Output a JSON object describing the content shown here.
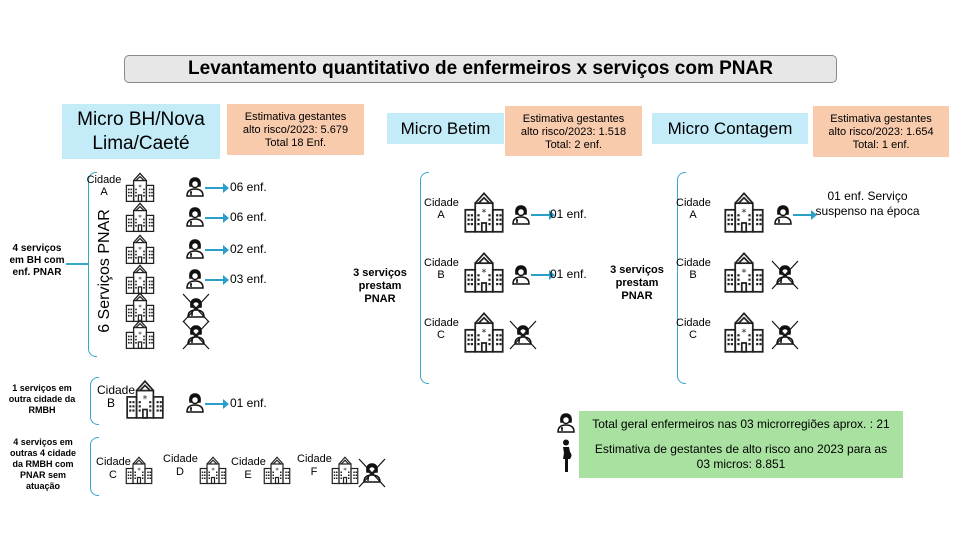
{
  "title": "Levantamento quantitativo de enfermeiros x serviços com PNAR",
  "bh": {
    "name": "Micro BH/Nova Lima/Caeté",
    "estimate": [
      "Estimativa gestantes",
      "alto risco/2023: 5.679",
      "Total 18 Enf."
    ],
    "brace_label": "6 Serviços PNAR",
    "group_label": "4 serviços em BH com enf. PNAR",
    "city_a": "Cidade A",
    "counts": [
      "06 enf.",
      "06 enf.",
      "02 enf.",
      "03 enf."
    ],
    "group2_label": "1 serviços em outra cidade da RMBH",
    "city_b": "Cidade B",
    "city_b_count": "01 enf.",
    "group3_label": "4 serviços em outras 4 cidade da RMBH com PNAR  sem atuação",
    "cities_other": [
      "Cidade C",
      "Cidade D",
      "Cidade E",
      "Cidade F"
    ]
  },
  "betim": {
    "name": "Micro Betim",
    "estimate": [
      "Estimativa gestantes",
      "alto risco/2023: 1.518",
      "Total: 2 enf."
    ],
    "group_label": "3 serviços prestam PNAR",
    "cities": [
      "Cidade A",
      "Cidade B",
      "Cidade C"
    ],
    "counts": [
      "01 enf.",
      "01 enf."
    ]
  },
  "contagem": {
    "name": "Micro Contagem",
    "estimate": [
      "Estimativa gestantes",
      "alto risco/2023: 1.654",
      "Total: 1 enf."
    ],
    "group_label": "3 serviços prestam PNAR",
    "cities": [
      "Cidade A",
      "Cidade B",
      "Cidade C"
    ],
    "count_a": "01 enf. Serviço suspenso na época"
  },
  "summary": {
    "total": "Total geral enfermeiros nas 03 microrregiões aprox. : 21",
    "estimate": "Estimativa de gestantes de alto risco ano 2023 para as 03 micros: 8.851"
  },
  "colors": {
    "accent": "#2aa0c8",
    "blue_box": "#c3ebf8",
    "orange_box": "#f8cbad",
    "green_box": "#a9e2a0"
  }
}
